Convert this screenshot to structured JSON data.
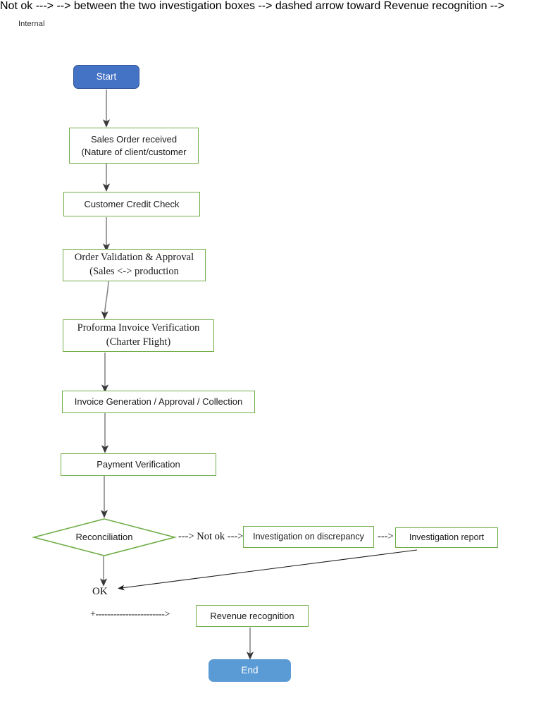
{
  "page": {
    "classification_label": "Internal",
    "background": "#ffffff"
  },
  "colors": {
    "start_fill": "#4472C4",
    "start_border": "#2F5597",
    "end_fill": "#5B9BD5",
    "process_border": "#70AD47",
    "arrow": "#7F7F7F",
    "arrow_dark": "#262626",
    "text": "#1a1a1a"
  },
  "nodes": {
    "start": {
      "label": "Start"
    },
    "sales_order": {
      "line1": "Sales Order received",
      "line2": "(Nature of client/customer"
    },
    "credit_check": {
      "label": "Customer Credit Check"
    },
    "order_validation": {
      "line1": "Order Validation & Approval",
      "line2": "(Sales <-> production"
    },
    "proforma": {
      "line1": "Proforma Invoice Verification",
      "line2": "(Charter Flight)"
    },
    "invoice_generation": {
      "label": "Invoice Generation / Approval / Collection"
    },
    "payment_verification": {
      "label": "Payment Verification"
    },
    "reconciliation": {
      "label": "Reconciliation"
    },
    "investigation_discrepancy": {
      "label": "Investigation on discrepancy"
    },
    "investigation_report": {
      "label": "Investigation report"
    },
    "revenue_recognition": {
      "label": "Revenue recognition"
    },
    "end": {
      "label": "End"
    }
  },
  "connectors": {
    "not_ok": "---> Not ok --->",
    "to_report": "--->",
    "ok": "OK",
    "ok_to_revenue": "+----------------------->"
  }
}
